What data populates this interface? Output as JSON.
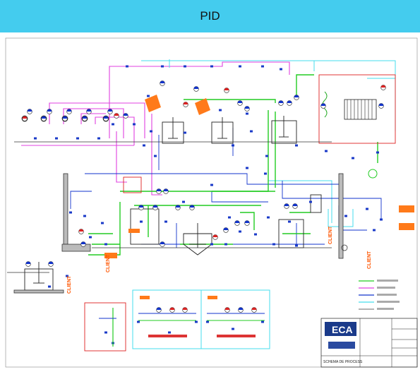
{
  "header": {
    "title": "PID"
  },
  "colors": {
    "header_bg": "#44ccee",
    "magenta_line": "#e040e0",
    "green_line": "#22cc22",
    "cyan_line": "#44ddee",
    "blue_line": "#1133cc",
    "red_outline": "#dd2222",
    "orange_tag": "#ff7a1a"
  },
  "icons": {
    "valve": "valve-icon",
    "pump": "pump-icon",
    "instrument": "instrument-bubble-icon",
    "tank": "tank-icon"
  },
  "title_block": {
    "company": "ECA",
    "drawing_title": "SCHEMA DE PROCESS"
  },
  "labels": {
    "client_1": "CLIENT",
    "client_2": "CLIENT",
    "client_3": "CLIENT",
    "client_4": "CLIENT"
  }
}
